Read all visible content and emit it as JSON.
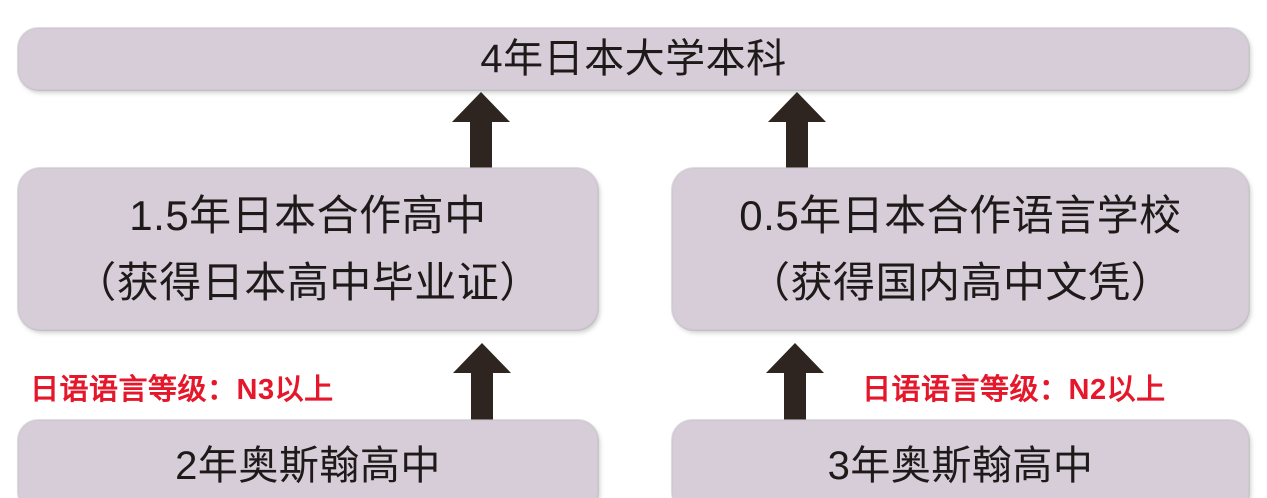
{
  "diagram": {
    "title_box": {
      "label": "4年日本大学本科"
    },
    "middle_boxes": [
      {
        "line1": "1.5年日本合作高中",
        "line2": "（获得日本高中毕业证）"
      },
      {
        "line1": "0.5年日本合作语言学校",
        "line2": "（获得国内高中文凭）"
      }
    ],
    "bottom_boxes": [
      {
        "label": "2年奥斯翰高中"
      },
      {
        "label": "3年奥斯翰高中"
      }
    ],
    "annotations": [
      {
        "text": "日语语言等级：N3以上"
      },
      {
        "text": "日语语言等级：N2以上"
      }
    ],
    "arrows": [
      {
        "name": "arrow-upper-left",
        "direction": "up"
      },
      {
        "name": "arrow-upper-right",
        "direction": "up"
      },
      {
        "name": "arrow-lower-left",
        "direction": "up"
      },
      {
        "name": "arrow-lower-right",
        "direction": "up"
      }
    ],
    "colors": {
      "box_fill": "#d6cdd8",
      "box_border": "#cfc8d2",
      "arrow": "#2e2521",
      "annotation_red": "#e4172b",
      "text": "#1d1a19",
      "background": "#ffffff"
    }
  }
}
